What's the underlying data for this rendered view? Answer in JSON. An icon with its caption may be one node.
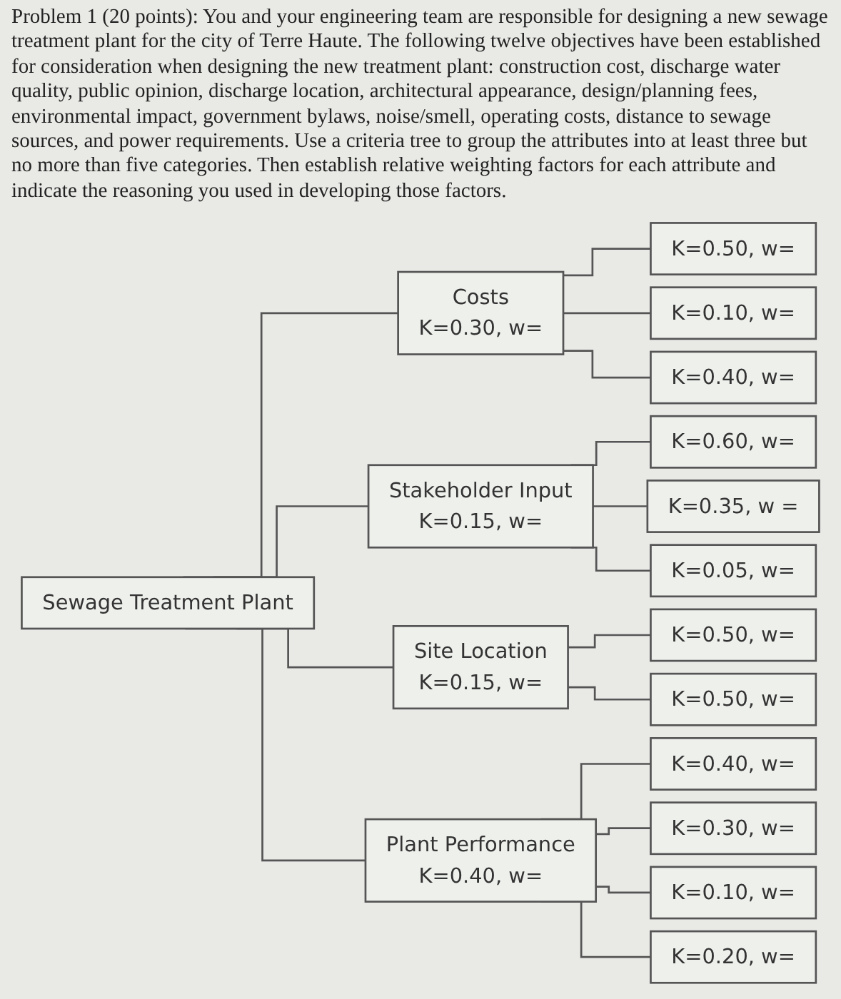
{
  "diagram": {
    "title": "Problem 1 (20 points): You and your engineering team are responsible for designing a new sewage treatment plant for the city of Terre Haute. The following twelve objectives have been established for consideration when designing the new treatment plant: construction cost, discharge water quality, public opinion, discharge location, architectural appearance, design/planning fees, environmental impact, government bylaws, noise/smell, operating costs, distance to sewage sources, and power requirements. Use a criteria tree to group the attributes into at least three but no more than five categories. Then establish relative weighting factors for each attribute and indicate the reasoning you used in developing those factors.",
    "nodes": [
      {
        "text": [
          "Sewage Treatment Plant"
        ]
      },
      {
        "text": [
          "Costs",
          "K=0.30, w="
        ]
      },
      {
        "text": [
          "K=0.50, w="
        ]
      },
      {
        "text": [
          "K=0.10, w="
        ]
      },
      {
        "text": [
          "K=0.40, w="
        ]
      },
      {
        "text": [
          "Stakeholder Input",
          "K=0.15, w="
        ]
      },
      {
        "text": [
          "K=0.60, w="
        ]
      },
      {
        "text": [
          "K=0.35, w ="
        ]
      },
      {
        "text": [
          "K=0.05, w="
        ]
      },
      {
        "text": [
          "Site Location",
          "K=0.15, w="
        ]
      },
      {
        "text": [
          "K=0.50, w="
        ]
      },
      {
        "text": [
          "K=0.50, w="
        ]
      },
      {
        "text": [
          "Plant Performance",
          "K=0.40, w="
        ]
      },
      {
        "text": [
          "K=0.40, w="
        ]
      },
      {
        "text": [
          "K=0.30, w="
        ]
      },
      {
        "text": [
          "K=0.10, w="
        ]
      },
      {
        "text": [
          "K=0.20, w="
        ]
      }
    ],
    "edges": [
      {
        "from": 0,
        "to": 1,
        "arrow": "none"
      },
      {
        "from": 0,
        "to": 5,
        "arrow": "none"
      },
      {
        "from": 0,
        "to": 9,
        "arrow": "none"
      },
      {
        "from": 0,
        "to": 12,
        "arrow": "none"
      },
      {
        "from": 1,
        "to": 2,
        "arrow": "none"
      },
      {
        "from": 1,
        "to": 3,
        "arrow": "none"
      },
      {
        "from": 1,
        "to": 4,
        "arrow": "none"
      },
      {
        "from": 5,
        "to": 6,
        "arrow": "none"
      },
      {
        "from": 5,
        "to": 7,
        "arrow": "none"
      },
      {
        "from": 5,
        "to": 8,
        "arrow": "none"
      },
      {
        "from": 9,
        "to": 10,
        "arrow": "none"
      },
      {
        "from": 9,
        "to": 11,
        "arrow": "none"
      },
      {
        "from": 12,
        "to": 13,
        "arrow": "none"
      },
      {
        "from": 12,
        "to": 14,
        "arrow": "none"
      },
      {
        "from": 12,
        "to": 15,
        "arrow": "none"
      },
      {
        "from": 12,
        "to": 16,
        "arrow": "none"
      }
    ]
  }
}
